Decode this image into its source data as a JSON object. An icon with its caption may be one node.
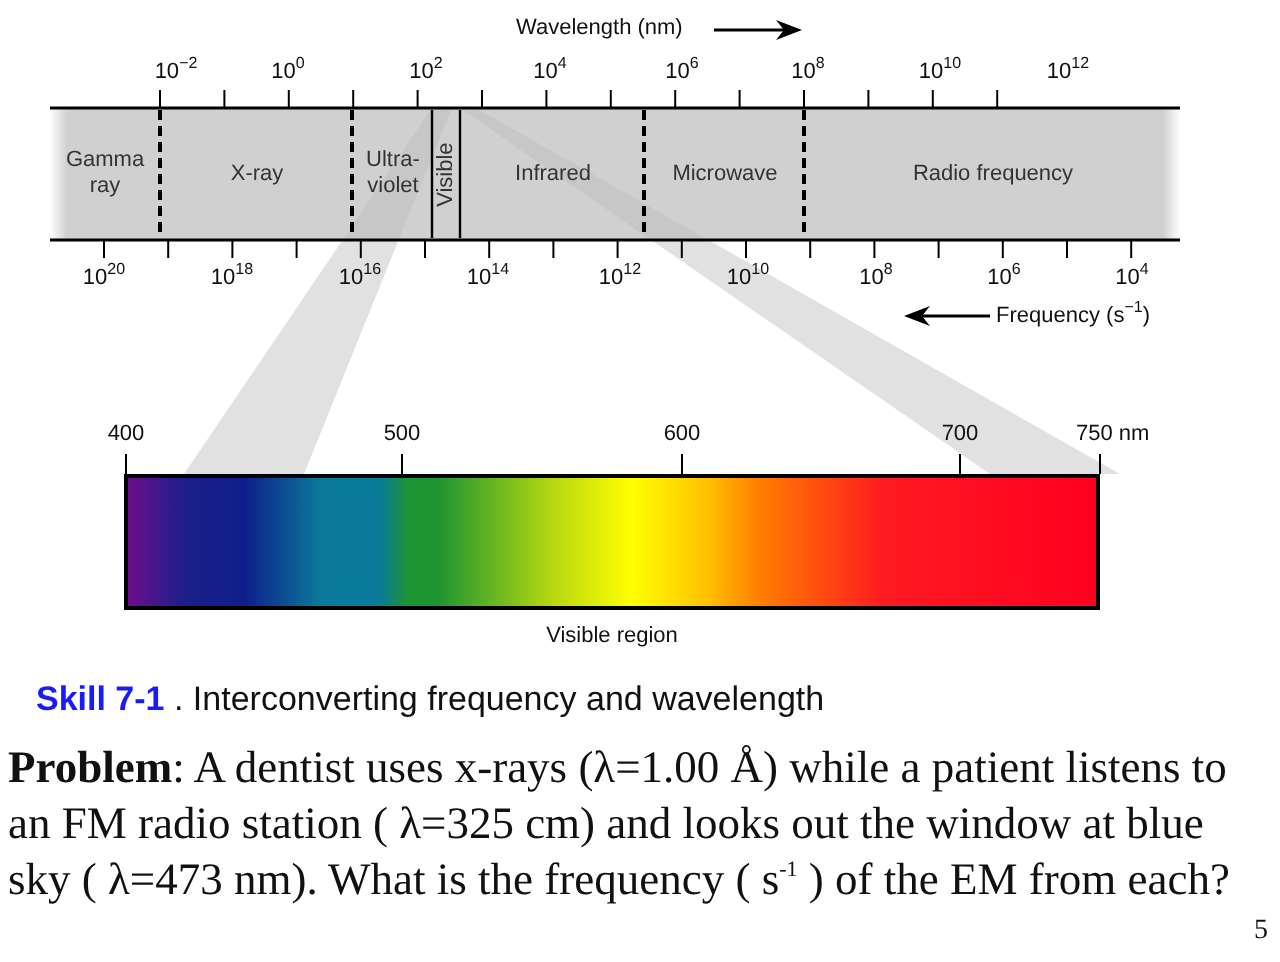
{
  "diagram": {
    "title": "**Skill 7-1** . Interconverting frequency and wavelength",
    "caption": "**Problem**: A dentist uses x-rays (λ=1.00 Å) while a patient listens to an FM radio station ( λ=325 cm) and looks out the window at blue sky ( λ=473 nm). What is the frequency ( s$^{-1}$ ) of the EM from each?",
    "nodes": [
      {
        "text": [
          "Gamma ray"
        ]
      },
      {
        "text": [
          "X-ray"
        ]
      },
      {
        "text": [
          "Ultra-violet"
        ]
      },
      {
        "text": [
          "Visible"
        ]
      },
      {
        "text": [
          "Infrared"
        ]
      },
      {
        "text": [
          "Microwave"
        ]
      },
      {
        "text": [
          "Radio frequency"
        ]
      },
      {
        "text": [],
        "shape": "bar",
        "beside": [
          "Visible region"
        ]
      }
    ],
    "labels": [
      "Wavelength (nm)",
      "10$^{−2}$",
      "10$^{0}$",
      "10$^{2}$",
      "10$^{4}$",
      "10$^{6}$",
      "10$^{8}$",
      "10$^{10}$",
      "10$^{12}$",
      "10$^{20}$",
      "10$^{18}$",
      "10$^{16}$",
      "10$^{14}$",
      "10$^{12}$",
      "10$^{10}$",
      "10$^{8}$",
      "10$^{6}$",
      "10$^{4}$",
      "Frequency (s$^{−1}$)",
      "400",
      "500",
      "600",
      "700",
      "750 nm",
      "5"
    ]
  }
}
